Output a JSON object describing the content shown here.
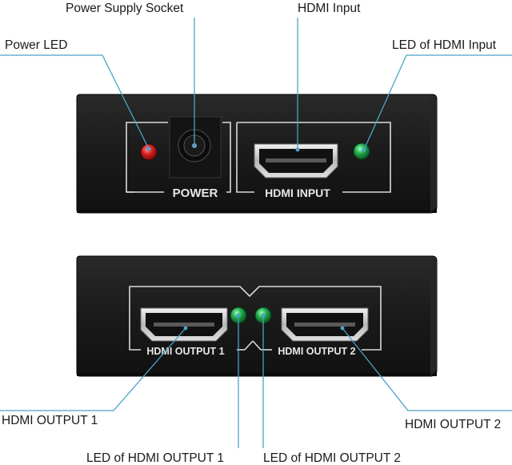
{
  "callouts": {
    "power_supply_socket": "Power Supply Socket",
    "hdmi_input": "HDMI Input",
    "power_led": "Power LED",
    "led_hdmi_input": "LED of HDMI Input",
    "hdmi_output_1": "HDMI OUTPUT 1",
    "hdmi_output_2": "HDMI OUTPUT 2",
    "led_hdmi_output_1": "LED of HDMI OUTPUT 1",
    "led_hdmi_output_2": "LED of HDMI OUTPUT 2"
  },
  "front_panel": {
    "power_label": "POWER",
    "hdmi_input_label": "HDMI INPUT"
  },
  "back_panel": {
    "output1_label": "HDMI OUTPUT 1",
    "output2_label": "HDMI OUTPUT 2"
  },
  "colors": {
    "leader_line": "#4aa3c8",
    "device_body": "#1b1b1b",
    "led_red": "#d81f1f",
    "led_green": "#1fa84a"
  }
}
